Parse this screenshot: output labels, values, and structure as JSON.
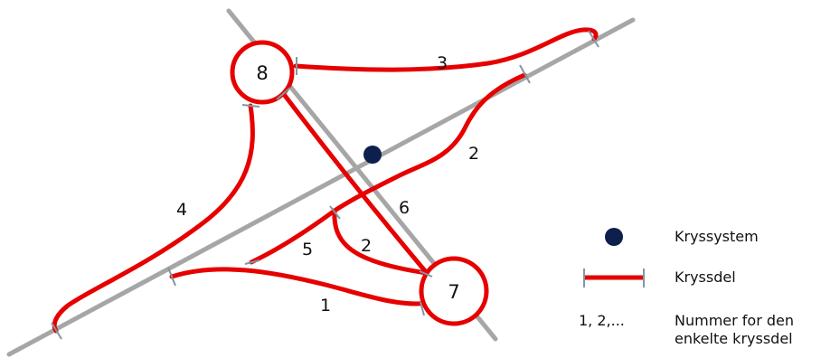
{
  "colors": {
    "road": "#a6a6a6",
    "kryssdel": "#e60000",
    "kryssystem": "#0d1f4d",
    "tick": "#7f97a6"
  },
  "nodes": {
    "node_8": "8",
    "node_7": "7"
  },
  "labels": {
    "l1": "1",
    "l2a": "2",
    "l2b": "2",
    "l3": "3",
    "l4": "4",
    "l5": "5",
    "l6": "6"
  },
  "legend": {
    "kryssystem": "Kryssystem",
    "kryssdel": "Kryssdel",
    "numbers_symbol": "1, 2,...",
    "numbers_line1": "Nummer for den",
    "numbers_line2": "enkelte kryssdel"
  }
}
